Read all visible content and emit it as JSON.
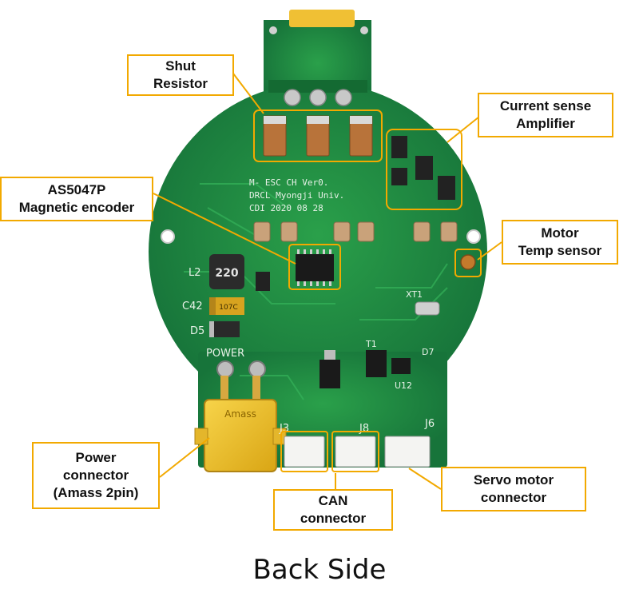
{
  "caption": "Back Side",
  "colors": {
    "accent": "#f2a900",
    "board": "#1f8a3c",
    "silk": "#e8f2e8"
  },
  "callouts": {
    "shunt": [
      "Shut",
      "Resistor"
    ],
    "current_sense": [
      "Current sense",
      "Amplifier"
    ],
    "encoder": [
      "AS5047P",
      "Magnetic encoder"
    ],
    "motor_temp": [
      "Motor",
      "Temp sensor"
    ],
    "power": [
      "Power",
      "connector",
      "(Amass 2pin)"
    ],
    "can": [
      "CAN",
      "connector"
    ],
    "servo": [
      "Servo motor",
      "connector"
    ]
  },
  "silkscreen": {
    "board_line1": "M- ESC CH Ver0.",
    "board_line2": "DRCL Myongji Univ.",
    "board_line3": "CDI 2020 08 28",
    "L2": "L2",
    "C42": "C42",
    "D5": "D5",
    "POWER": "POWER",
    "inductor": "220",
    "J3": "J3",
    "J8": "J8",
    "J6": "J6",
    "T1": "T1",
    "D7": "D7",
    "U12": "U12",
    "XT1": "XT1",
    "cap_text": "107C",
    "xt60_brand": "Amass"
  }
}
